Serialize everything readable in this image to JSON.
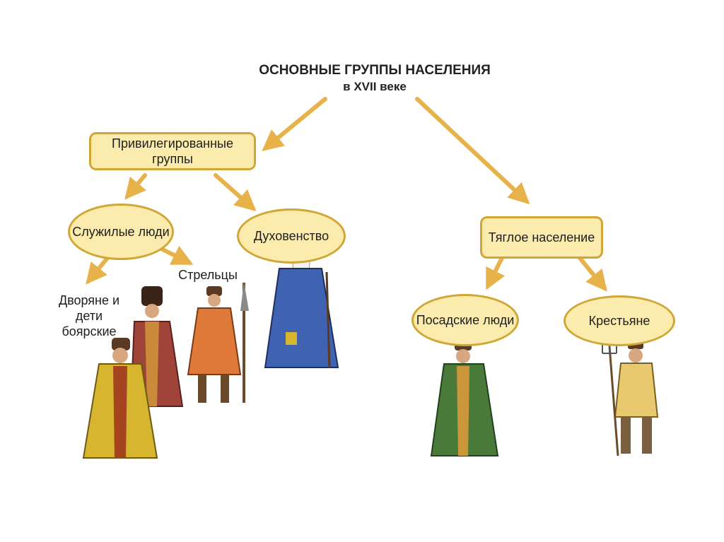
{
  "title": {
    "line1": "ОСНОВНЫЕ ГРУППЫ НАСЕЛЕНИЯ",
    "line2": "в XVII веке"
  },
  "nodes": {
    "privileged": "Привилегированные группы",
    "service_people": "Служилые люди",
    "clergy": "Духовенство",
    "tax_population": "Тяглое население",
    "townspeople": "Посадские люди",
    "peasants": "Крестьяне"
  },
  "labels": {
    "streltsy": "Стрельцы",
    "nobles": "Дворяне и дети боярские"
  },
  "colors": {
    "box_fill": "#fbecad",
    "box_border": "#d0a737",
    "arrow": "#e8b24a"
  }
}
